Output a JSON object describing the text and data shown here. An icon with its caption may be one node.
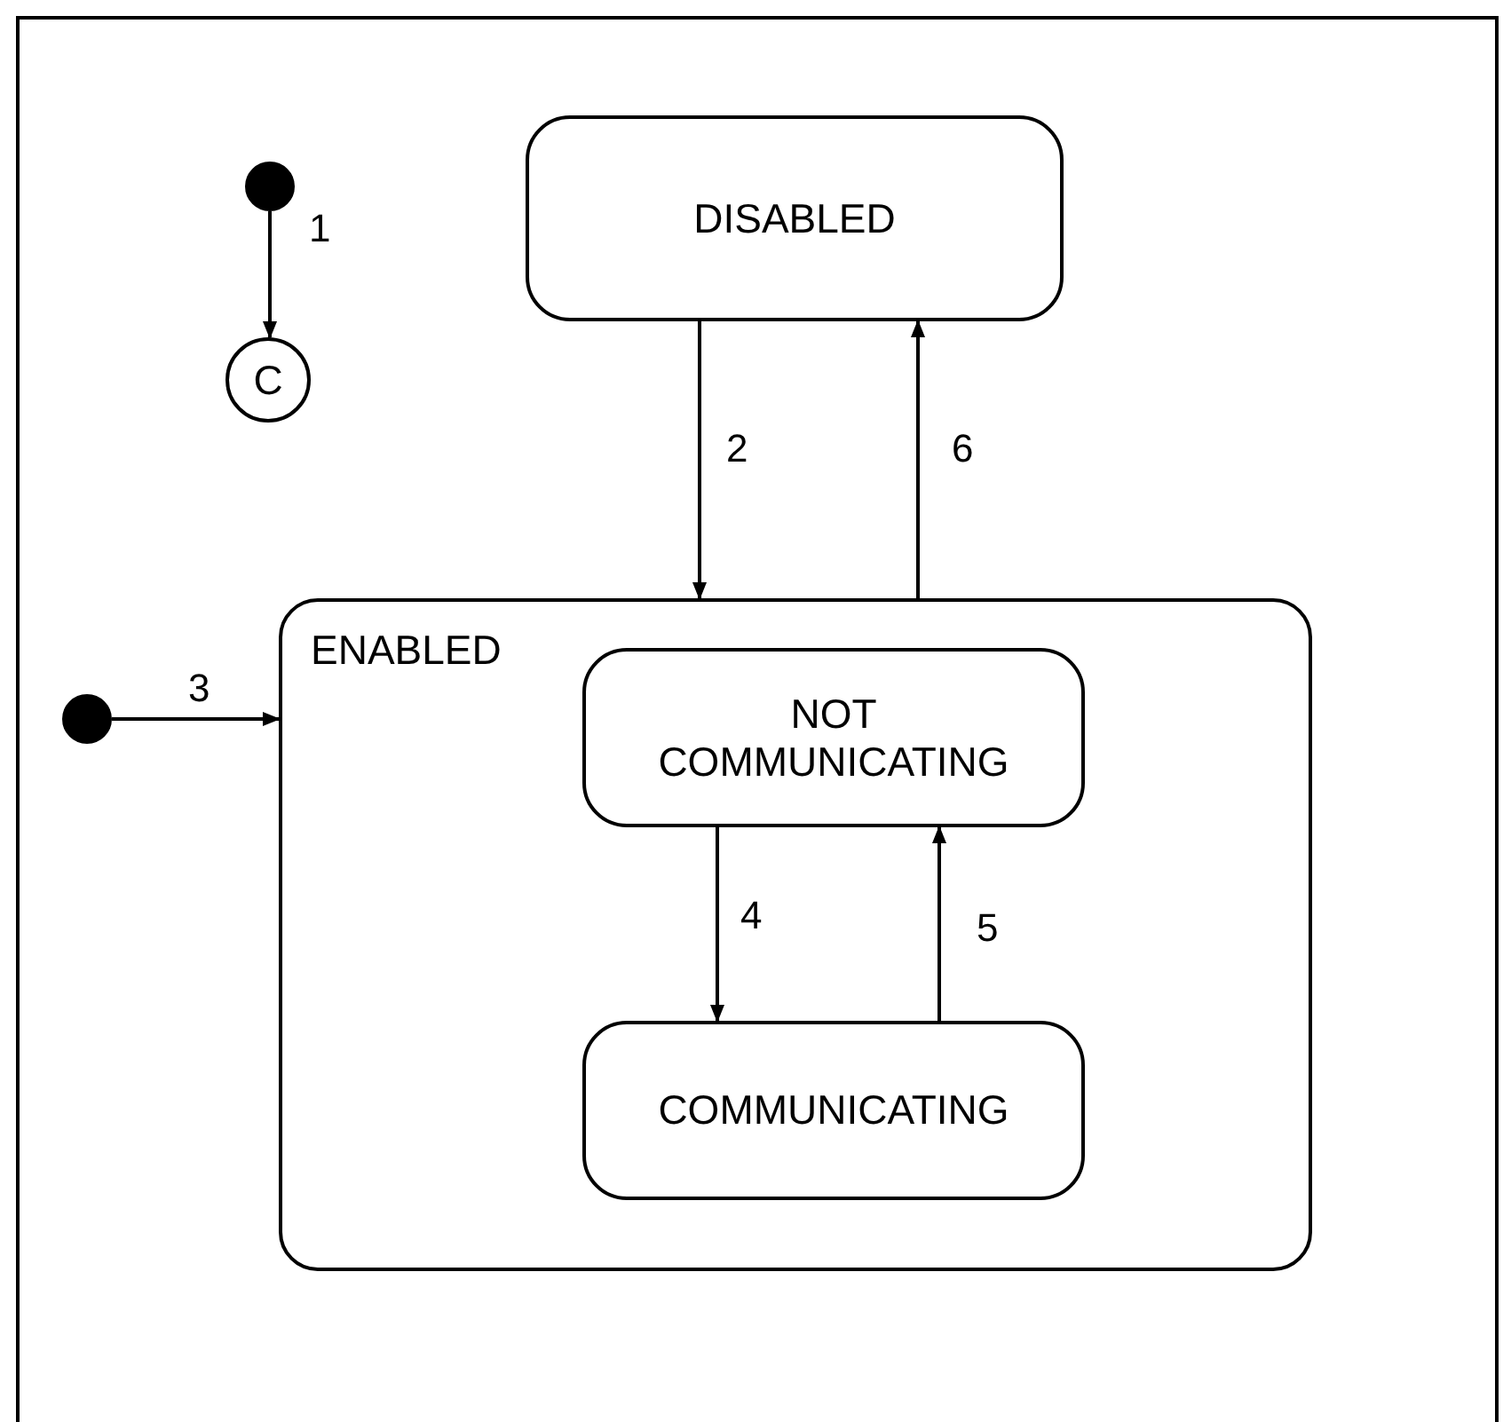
{
  "diagram": {
    "nodes": [
      {
        "text": [],
        "shape": "circle"
      },
      {
        "text": [
          "C"
        ]
      },
      {
        "text": [
          "DISABLED"
        ]
      },
      {
        "text": [
          "ENABLED"
        ]
      },
      {
        "text": [
          "NOT COMMUNICATING"
        ],
        "in": 3
      },
      {
        "text": [
          "COMMUNICATING"
        ],
        "in": 3
      },
      {
        "text": [],
        "shape": "circle"
      }
    ],
    "edges": [
      {
        "from": 0,
        "to": 1,
        "arrow": "to",
        "label": "1"
      },
      {
        "from": 2,
        "to": 3,
        "arrow": "to",
        "label": "2"
      },
      {
        "from": 6,
        "to": 3,
        "arrow": "to",
        "label": "3"
      },
      {
        "from": 4,
        "to": 5,
        "arrow": "to",
        "label": "4"
      },
      {
        "from": 5,
        "to": 4,
        "arrow": "to",
        "label": "5"
      },
      {
        "from": 3,
        "to": 2,
        "arrow": "to",
        "label": "6"
      }
    ]
  }
}
